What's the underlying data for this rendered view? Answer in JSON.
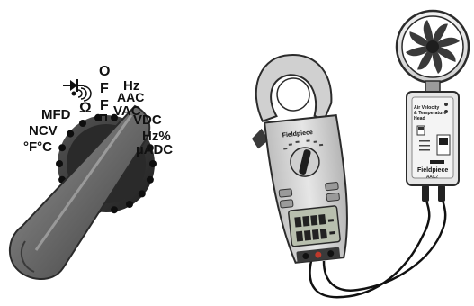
{
  "dial": {
    "labels": {
      "temp": "°F°C",
      "ncv": "NCV",
      "mfd": "MFD",
      "ohm": "Ω",
      "o": "O",
      "f1": "F",
      "f2": "F",
      "hz": "Hz",
      "aac": "AAC",
      "vac": "VAC",
      "vdc": "VDC",
      "hz_pct": "Hz%",
      "uadc": "µADC"
    }
  },
  "clamp_meter": {
    "brand": "Fieldpiece"
  },
  "anemometer_head": {
    "title_line1": "Air Velocity",
    "title_line2": "& Temperature",
    "title_line3": "Head",
    "brand": "Fieldpiece",
    "model": "AAC2"
  },
  "colors": {
    "handle": "#6e6e6e",
    "meter_body": "#d9d9d9",
    "meter_frame": "#2b2b2b",
    "lead_red": "#c0392b",
    "cable": "#111111"
  }
}
